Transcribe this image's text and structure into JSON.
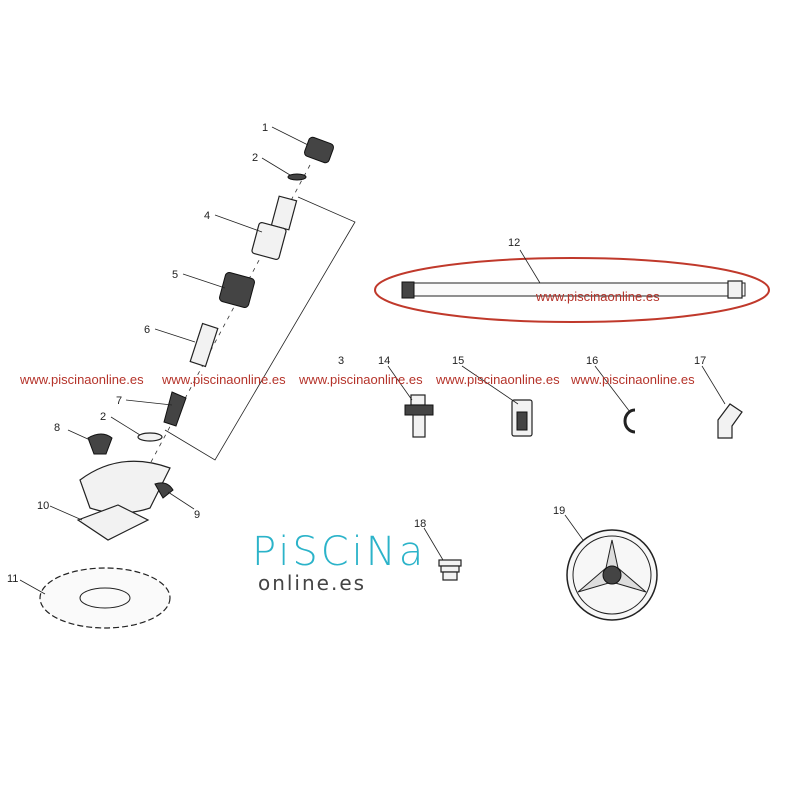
{
  "diagram": {
    "watermark": "www.piscinaonline.es",
    "watermark_row": [
      "www.piscinaonline.es",
      "www.piscinaonline.es",
      "www.piscinaonline.es",
      "www.piscinaonline.es",
      "www.piscinaonline.es"
    ],
    "highlight_color": "#c0392b",
    "part_numbers": {
      "p1": "1",
      "p2a": "2",
      "p2b": "2",
      "p3": "3",
      "p4": "4",
      "p5": "5",
      "p6": "6",
      "p7": "7",
      "p8": "8",
      "p9": "9",
      "p10": "10",
      "p11": "11",
      "p12": "12",
      "p14": "14",
      "p15": "15",
      "p16": "16",
      "p17": "17",
      "p18": "18",
      "p19": "19"
    }
  },
  "logo": {
    "main": "PiSCiNa",
    "sub": "online.es"
  }
}
